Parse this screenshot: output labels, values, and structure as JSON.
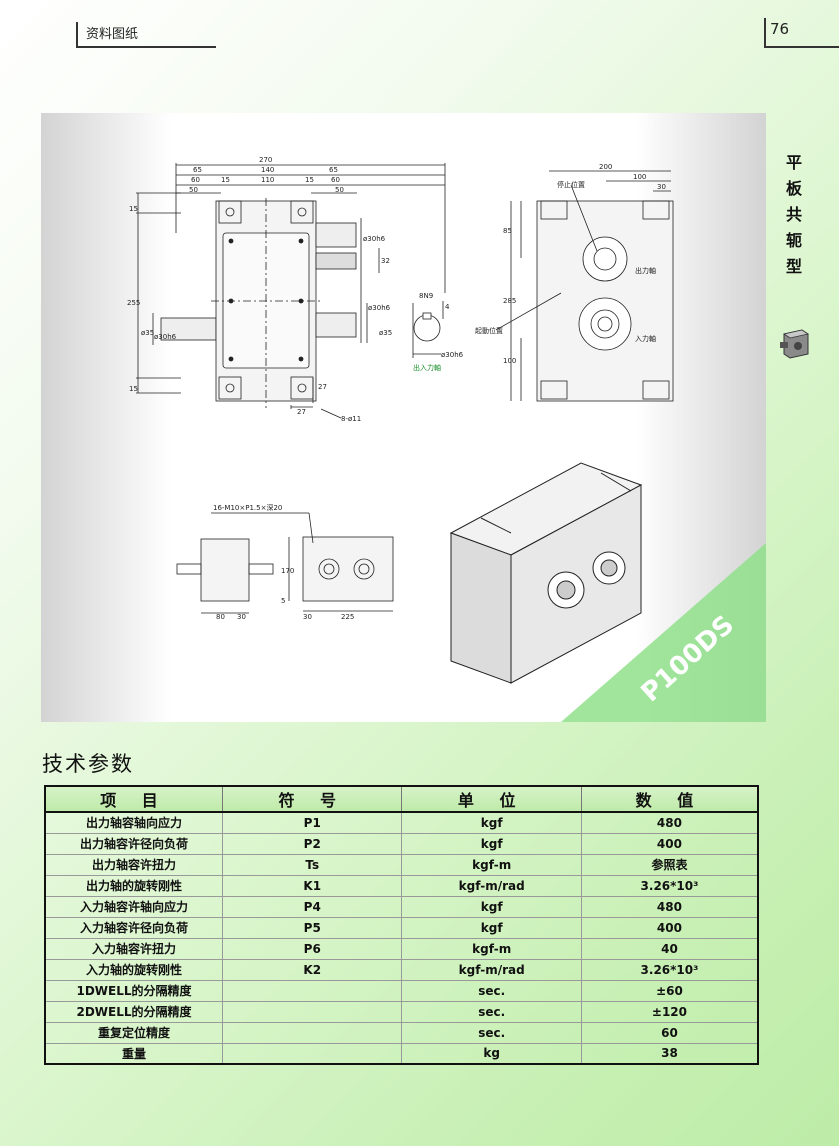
{
  "header": {
    "title": "资料图纸",
    "page_number": "76"
  },
  "side_title": [
    "平",
    "板",
    "共",
    "轭",
    "型"
  ],
  "drawing": {
    "model_label": "P100DS",
    "dims": {
      "d270": "270",
      "d65a": "65",
      "d140": "140",
      "d65b": "65",
      "d60a": "60",
      "d15a": "15",
      "d110": "110",
      "d15b": "15",
      "d60b": "60",
      "d50a": "50",
      "d50b": "50",
      "d15c": "15",
      "d255": "255",
      "d15d": "15",
      "d35a": "ø35",
      "d30h6a": "ø30h6",
      "d32": "32",
      "d30h6b": "ø30h6",
      "d30h6c": "ø30h6",
      "d35b": "ø35",
      "d27a": "27",
      "d27b": "27",
      "d8_11": "8-ø11",
      "d8n9": "8N9",
      "d4": "4",
      "d30h6d": "ø30h6",
      "io_shaft": "出入力軸",
      "d200": "200",
      "d100a": "100",
      "d30a": "30",
      "stop_pos": "停止位置",
      "output_shaft": "出力軸",
      "input_shaft": "入力軸",
      "start_pos": "起動位置",
      "d85": "85",
      "d285": "285",
      "d100b": "100",
      "tap": "16-M10×P1.5×深20",
      "d170": "170",
      "d5": "5",
      "d80": "80",
      "d30b": "30",
      "d30c": "30",
      "d225": "225"
    }
  },
  "section_title": "技术参数",
  "table": {
    "headers": [
      "项 目",
      "符 号",
      "单 位",
      "数 值"
    ],
    "rows": [
      [
        "出力轴容轴向应力",
        "P1",
        "kgf",
        "480"
      ],
      [
        "出力轴容许径向负荷",
        "P2",
        "kgf",
        "400"
      ],
      [
        "出力轴容许扭力",
        "Ts",
        "kgf-m",
        "参照表"
      ],
      [
        "出力轴的旋转刚性",
        "K1",
        "kgf-m/rad",
        "3.26*10³"
      ],
      [
        "入力轴容许轴向应力",
        "P4",
        "kgf",
        "480"
      ],
      [
        "入力轴容许径向负荷",
        "P5",
        "kgf",
        "400"
      ],
      [
        "入力轴容许扭力",
        "P6",
        "kgf-m",
        "40"
      ],
      [
        "入力轴的旋转刚性",
        "K2",
        "kgf-m/rad",
        "3.26*10³"
      ],
      [
        "1DWELL的分隔精度",
        "",
        "sec.",
        "±60"
      ],
      [
        "2DWELL的分隔精度",
        "",
        "sec.",
        "±120"
      ],
      [
        "重复定位精度",
        "",
        "sec.",
        "60"
      ],
      [
        "重量",
        "",
        "kg",
        "38"
      ]
    ]
  }
}
